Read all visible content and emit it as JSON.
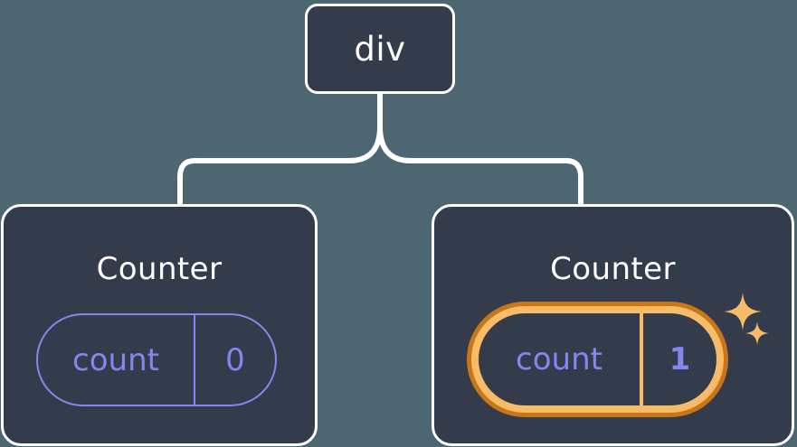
{
  "diagram": {
    "type": "component-tree",
    "background_color": "#4c6771",
    "node_fill_color": "#343c4b",
    "node_border_color": "#ffffff",
    "connector_color": "#ffffff",
    "state_color": "#8287f0",
    "highlight_outer_color": "#c8761a",
    "highlight_inner_color": "#f8bb68",
    "sparkle_color": "#f8bb68"
  },
  "root": {
    "label": "div"
  },
  "children": [
    {
      "title": "Counter",
      "state": {
        "key": "count",
        "value": "0",
        "highlighted": false
      }
    },
    {
      "title": "Counter",
      "state": {
        "key": "count",
        "value": "1",
        "highlighted": true
      },
      "sparkles": [
        {
          "name": "sparkle-large"
        },
        {
          "name": "sparkle-small"
        }
      ]
    }
  ]
}
